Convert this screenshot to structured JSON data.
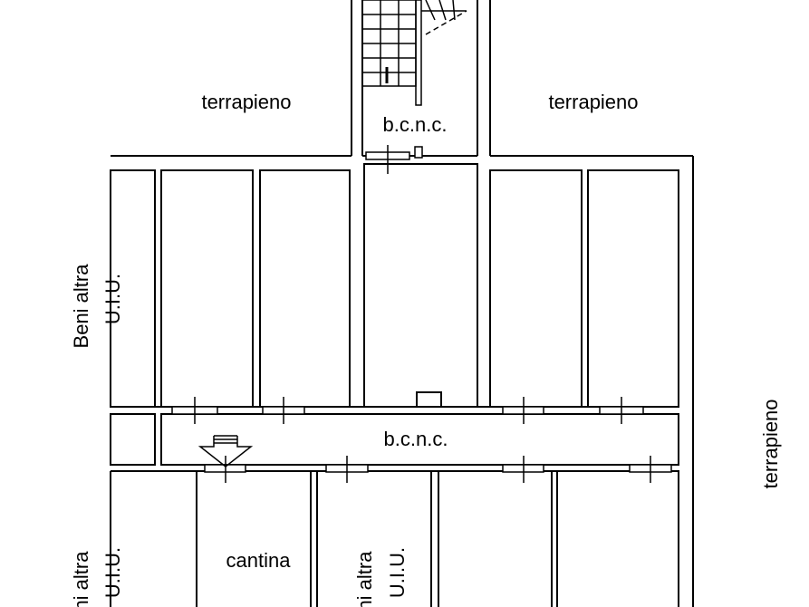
{
  "labels": {
    "terrapieno_left": "terrapieno",
    "terrapieno_right": "terrapieno",
    "terrapieno_side": "terrapieno",
    "bcnc_top": "b.c.n.c.",
    "bcnc_corridor": "b.c.n.c.",
    "beni_altra_upper_line1": "Beni altra",
    "beni_altra_upper_line2": "U.I.U.",
    "beni_altra_lower_left_line1": "Beni altra",
    "beni_altra_lower_left_line2": "U.I.U.",
    "beni_altra_lower_mid_line1": "Beni altra",
    "beni_altra_lower_mid_line2": "U.I.U.",
    "cantina": "cantina"
  },
  "colors": {
    "line": "#000000",
    "background": "#ffffff"
  }
}
